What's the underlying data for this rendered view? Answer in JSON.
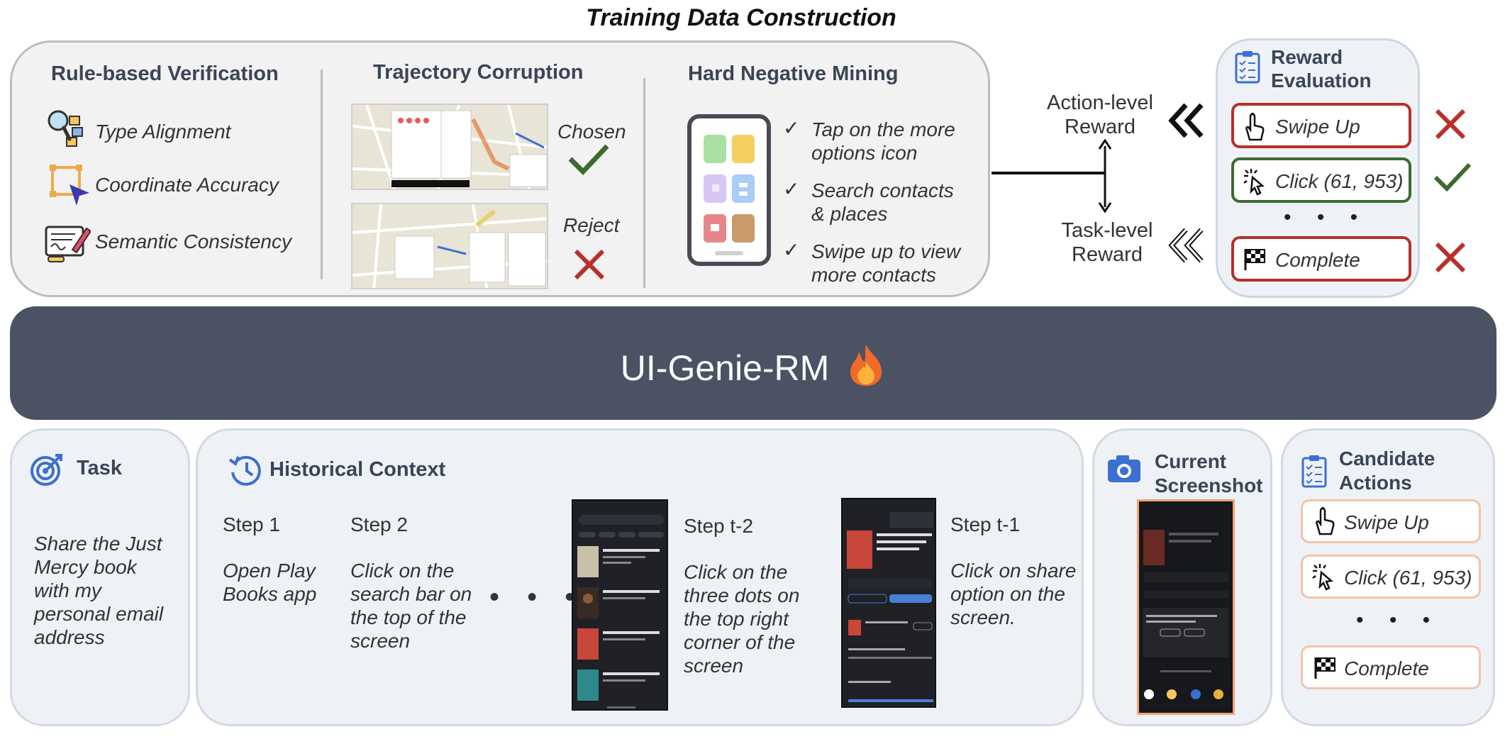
{
  "title": "Training Data Construction",
  "rule_verification": {
    "heading": "Rule-based Verification",
    "items": [
      "Type Alignment",
      "Coordinate Accuracy",
      "Semantic Consistency"
    ]
  },
  "trajectory_corruption": {
    "heading": "Trajectory Corruption",
    "chosen": "Chosen",
    "reject": "Reject"
  },
  "hard_negative": {
    "heading": "Hard Negative Mining",
    "items": [
      {
        "line1": "Tap on the more",
        "line2": "options icon"
      },
      {
        "line1": "Search contacts",
        "line2": "& places"
      },
      {
        "line1": "Swipe up to view",
        "line2": "more contacts"
      }
    ]
  },
  "reward_labels": {
    "action_line1": "Action-level",
    "action_line2": "Reward",
    "task_line1": "Task-level",
    "task_line2": "Reward"
  },
  "reward_evaluation": {
    "heading_line1": "Reward",
    "heading_line2": "Evaluation",
    "items": [
      "Swipe Up",
      "Click (61, 953)",
      "Complete"
    ],
    "status_colors": {
      "reject": "#b8302a",
      "accept": "#3c6b2f"
    }
  },
  "model": {
    "name": "UI-Genie-RM",
    "icon": "fire-icon"
  },
  "task": {
    "heading": "Task",
    "lines": [
      "Share the Just",
      "Mercy book",
      "with my",
      "personal email",
      "address"
    ]
  },
  "history": {
    "heading": "Historical Context",
    "steps": [
      {
        "label": "Step 1",
        "lines": [
          "Open Play",
          "Books app"
        ]
      },
      {
        "label": "Step 2",
        "lines": [
          "Click on the",
          "search bar on",
          "the top of the",
          "screen"
        ]
      },
      {
        "label": "Step t-2",
        "lines": [
          "Click on the",
          "three dots on",
          "the top right",
          "corner of the",
          "screen"
        ]
      },
      {
        "label": "Step t-1",
        "lines": [
          "Click on share",
          "option on the",
          "screen."
        ]
      }
    ]
  },
  "current_screenshot": {
    "heading_line1": "Current",
    "heading_line2": "Screenshot"
  },
  "candidate_actions": {
    "heading_line1": "Candidate",
    "heading_line2": "Actions",
    "items": [
      "Swipe Up",
      "Click (61, 953)",
      "Complete"
    ]
  },
  "colors": {
    "band": "#4a5264",
    "heading_text": "#3a4556",
    "accent_blue": "#3b6fd0",
    "candidate_border": "#f2c4a8"
  }
}
